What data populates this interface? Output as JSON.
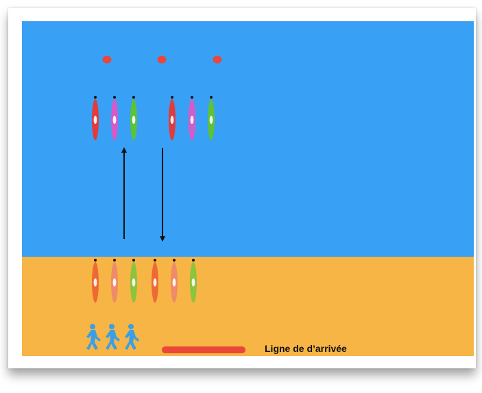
{
  "colors": {
    "water": "#38a0f5",
    "sand": "#f6b544",
    "buoy": "#e8473a",
    "finish_line": "#e8473a",
    "walker": "#3b9fe6",
    "arrow": "#111111"
  },
  "buoys": {
    "count": 3
  },
  "kayaks_water": {
    "groups": [
      {
        "colors": [
          "#e23b3b",
          "#d85ac8",
          "#5cc23a"
        ]
      },
      {
        "colors": [
          "#e23b3b",
          "#d85ac8",
          "#5cc23a"
        ]
      }
    ]
  },
  "kayaks_beach": {
    "colors": [
      "#ee6a34",
      "#ef8a6a",
      "#8cc43c",
      "#ee6a34",
      "#ef8a6a",
      "#8cc43c"
    ]
  },
  "arrows": [
    {
      "direction": "up"
    },
    {
      "direction": "down"
    }
  ],
  "walkers": {
    "count": 3,
    "icon": "walking-person-icon"
  },
  "finish": {
    "label": "Ligne de d’arrivée"
  }
}
